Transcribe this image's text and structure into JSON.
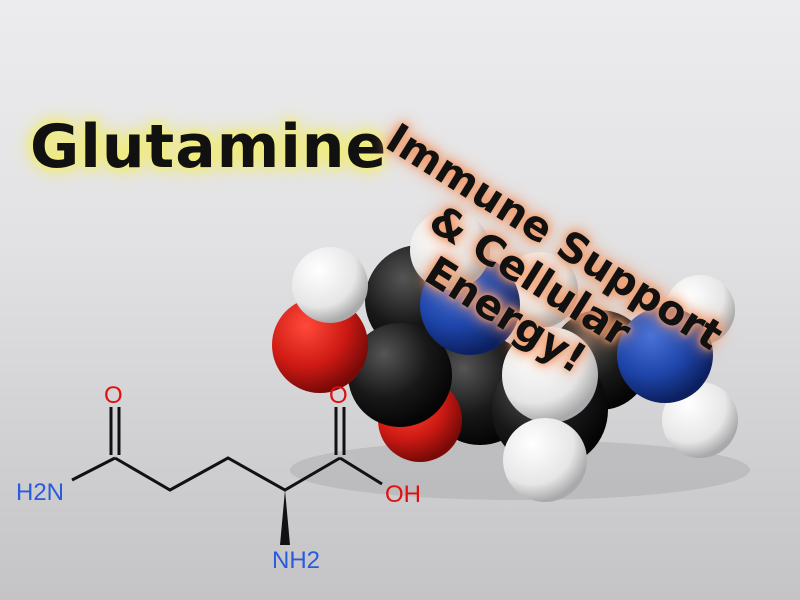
{
  "title": "Glutamine",
  "slogan": {
    "line1": "Immune Support",
    "line2": "& Cellular Energy!"
  },
  "structure": {
    "amide_o": "O",
    "acid_o": "O",
    "h2n": "H2N",
    "oh": "OH",
    "nh2": "NH2"
  },
  "colors": {
    "oxygen": "#d21a1a",
    "nitrogen": "#1d44a8",
    "carbon": "#151515",
    "hydrogen": "#f4f4f4",
    "label_o": "#e01010",
    "label_n": "#2a5bdc",
    "title_glow": "#f1ec66",
    "slogan_glow": "#f09060"
  }
}
